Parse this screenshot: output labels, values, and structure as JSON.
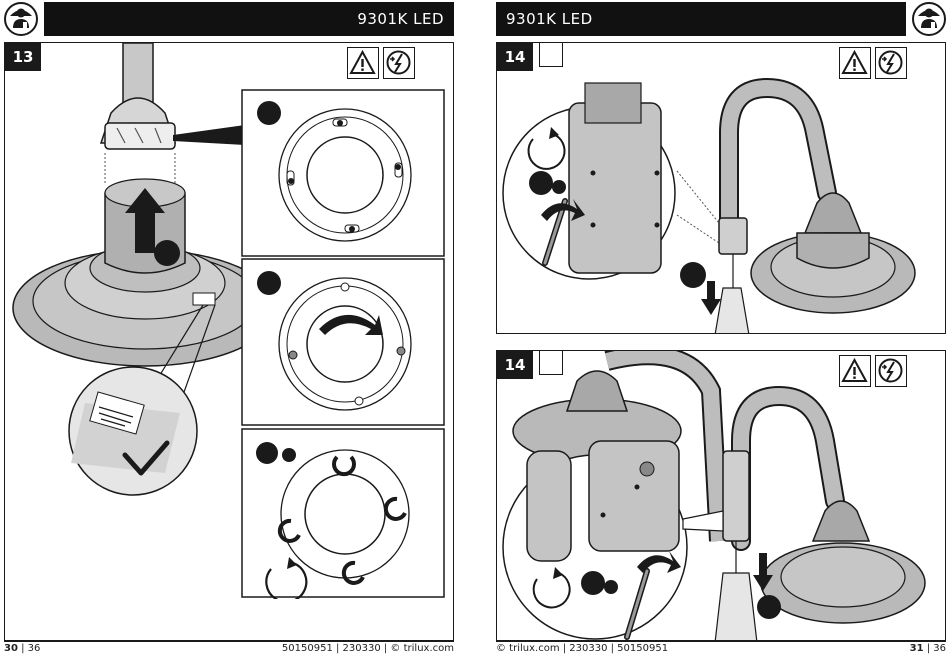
{
  "header": {
    "title_left": "9301K LED",
    "title_right": "9301K LED"
  },
  "steps": [
    {
      "number": "13"
    },
    {
      "number": "14"
    },
    {
      "number": "14"
    }
  ],
  "icons": {
    "person": "electrician-person-icon",
    "warning": "warning-triangle-icon",
    "power_off": "power-disconnect-icon",
    "check": "checkmark-icon",
    "rotate": "rotate-arrow-icon"
  },
  "label_sticker": "MOUNT\nPROPERLY\nTHE LIGHT",
  "footer": {
    "left_page": "30",
    "left_total": "| 36",
    "left_info": "50150951 | 230330 | © trilux.com",
    "right_info": "© trilux.com | 230330 | 50150951",
    "right_page": "31",
    "right_total": "| 36"
  },
  "colors": {
    "ink": "#1a1a1a",
    "lamp_grey": "#b9b9b9",
    "lamp_dark": "#8c8c8c",
    "background": "#ffffff"
  }
}
